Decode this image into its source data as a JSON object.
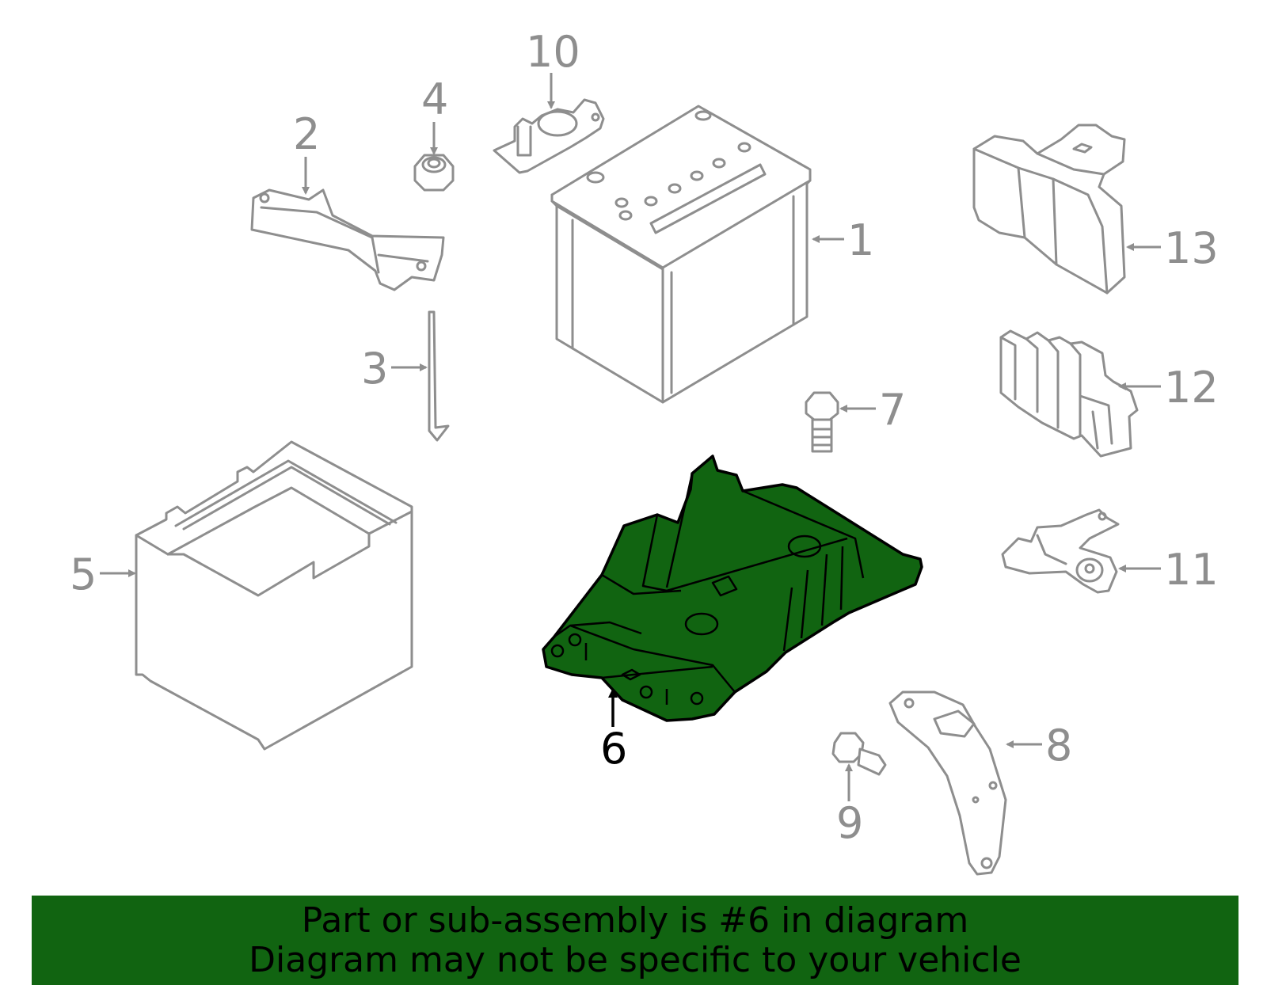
{
  "diagram": {
    "highlighted_part": "6",
    "colors": {
      "highlight": "#116411",
      "outline": "#8e8e8e",
      "highlight_outline": "#000000",
      "background": "#ffffff"
    },
    "callouts": [
      "1",
      "2",
      "3",
      "4",
      "5",
      "6",
      "7",
      "8",
      "9",
      "10",
      "11",
      "12",
      "13"
    ]
  },
  "banner": {
    "line1": "Part or sub-assembly is #6 in diagram",
    "line2": "Diagram may not be specific to your vehicle"
  }
}
